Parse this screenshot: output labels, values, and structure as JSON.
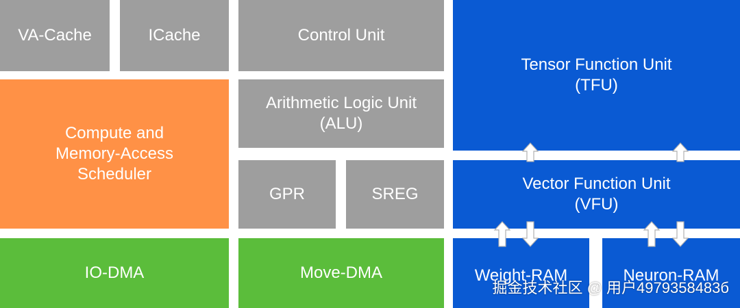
{
  "blocks": {
    "va_cache": "VA-Cache",
    "icache": "ICache",
    "control_unit": "Control Unit",
    "alu": "Arithmetic Logic Unit\n(ALU)",
    "scheduler": "Compute and\nMemory-Access\nScheduler",
    "gpr": "GPR",
    "sreg": "SREG",
    "io_dma": "IO-DMA",
    "move_dma": "Move-DMA",
    "tfu": "Tensor Function Unit\n(TFU)",
    "vfu": "Vector Function Unit\n(VFU)",
    "weight_ram": "Weight-RAM",
    "neuron_ram": "Neuron-RAM"
  },
  "watermark": "掘金技术社区 @ 用户4979358483б",
  "colors": {
    "gray": "#9e9e9e",
    "orange": "#ff9146",
    "green": "#5bbd3b",
    "blue": "#0a5ad3",
    "arrow_fill": "#ffffff",
    "arrow_stroke": "#b0b0b0"
  },
  "arrows": [
    {
      "name": "vfu-to-tfu-arrow-left",
      "direction": "up"
    },
    {
      "name": "vfu-to-tfu-arrow-right",
      "direction": "up"
    },
    {
      "name": "weight-vfu-arrow-up",
      "direction": "up"
    },
    {
      "name": "weight-vfu-arrow-down",
      "direction": "down"
    },
    {
      "name": "neuron-vfu-arrow-up",
      "direction": "up"
    },
    {
      "name": "neuron-vfu-arrow-down",
      "direction": "down"
    }
  ]
}
